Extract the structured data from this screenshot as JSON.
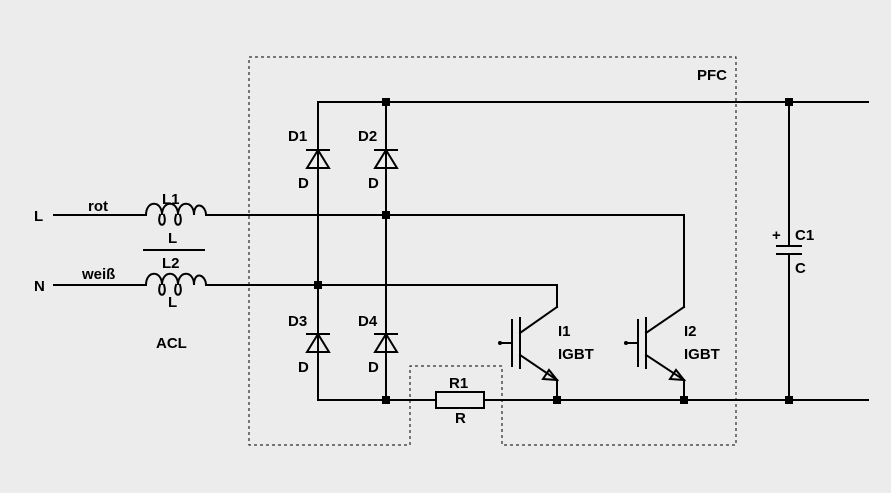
{
  "labels": {
    "pfc": "PFC",
    "line_l": "L",
    "line_n": "N",
    "wire_l": "rot",
    "wire_n": "weiß",
    "l1_name": "L1",
    "l1_type": "L",
    "l2_name": "L2",
    "l2_type": "L",
    "acl": "ACL",
    "d1_name": "D1",
    "d1_type": "D",
    "d2_name": "D2",
    "d2_type": "D",
    "d3_name": "D3",
    "d3_type": "D",
    "d4_name": "D4",
    "d4_type": "D",
    "i1_name": "I1",
    "i1_type": "IGBT",
    "i2_name": "I2",
    "i2_type": "IGBT",
    "r1_name": "R1",
    "r1_type": "R",
    "c1_name": "C1",
    "c1_type": "C",
    "c1_plus": "+"
  }
}
